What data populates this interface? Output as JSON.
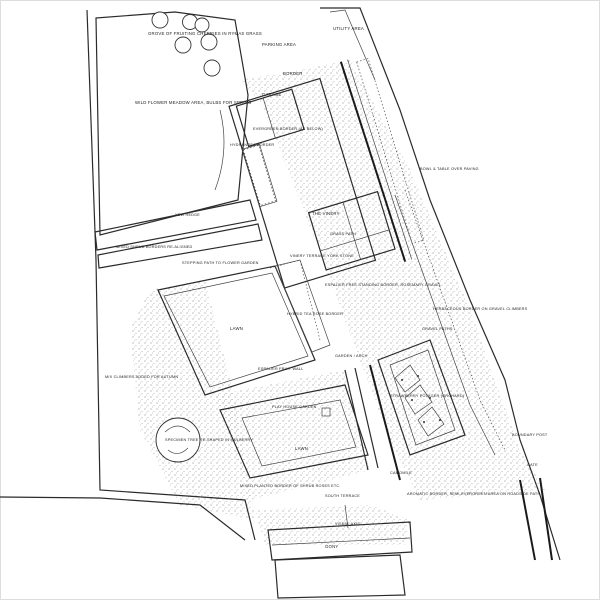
{
  "labels": {
    "fruiting_cherries": "GROVE OF FRUITING CHERRIES IN RYMAS GRASS",
    "parking": "PARKING AREA",
    "utility": "UTILITY AREA",
    "border_top": "BORDER",
    "garage": "GARAGE",
    "wild_flower": "WILD FLOWER MEADOW AREA, BULBS FOR SPRING",
    "evergreen_border": "EVERGREEN BORDER (AS BELOW)",
    "hydrangea_border": "HYDRANGEA BORDER",
    "bowl_table": "BOWL & TABLE OVER PAVING",
    "vinery": "THE VINERY",
    "yew_hedge": "YEW HEDGE",
    "mixed_shrub_border": "MIXED SHRUB BORDERS RE-ALIGNED",
    "stepping_path": "STEPPING PATH TO FLOWER GARDEN",
    "vinery_terrace": "VINERY TERRACE YORK STONE",
    "espalier_border": "ESPALIER FREE STANDING BORDER, ROSEMARY GRAVEL",
    "herbaceous_border": "HERBACEOUS BORDER ON GRAVEL CLIMBERS",
    "lawn_main": "LAWN",
    "hybrid_tea": "HYBRID TEA ROSE BORDER",
    "gravel_paths": "GRAVEL PATHS",
    "espalier_wall": "ESPALIER FRUIT WALL",
    "garden_arch": "GARDEN / ARCH",
    "mix_climbers": "MIX CLIMBERS ADDED FOR AUTUMN",
    "play_house": "PLAY HOUSE GARDEN",
    "orchard": "STRAWBERRY POTAGER (ORCHARD)",
    "boundary_post": "BOUNDARY POST",
    "specimen_tree": "SPECIMEN TREE RE-SHAPED IN MULBERRY",
    "lawn_small": "LAWN",
    "gate": "GATE",
    "camomile": "CAMOMILE",
    "aromatic_border": "AROMATIC BORDER, SEMI-EVERGREEN AREA ON ROADSIDE PATH",
    "mixed_planted": "MIXED PLANTED BORDER OF SHRUB ROSES ETC.",
    "south_terrace": "SOUTH TERRACE",
    "visual_axis": "VISUAL AXIS",
    "gony": "GONY",
    "grass_path": "GRASS PATH"
  }
}
